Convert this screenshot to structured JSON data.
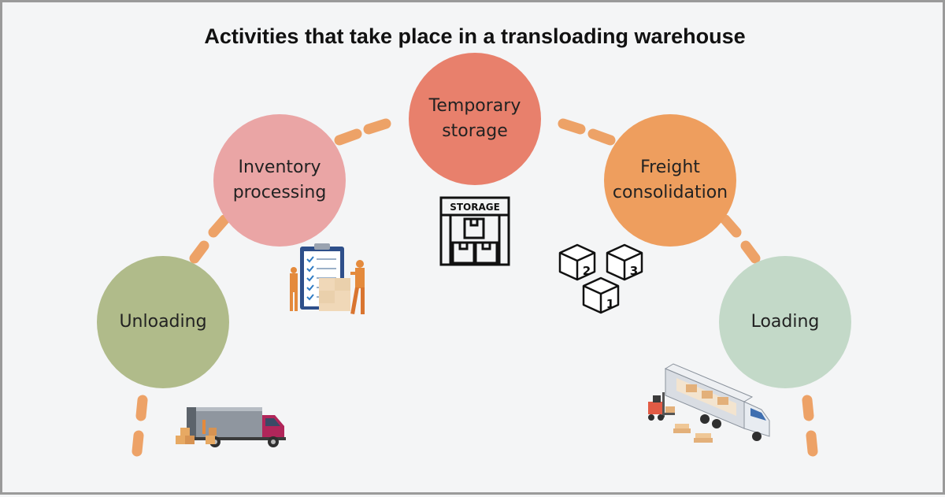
{
  "title": "Activities that take place in a transloading warehouse",
  "stages": [
    {
      "label_line1": "Unloading",
      "label_line2": "",
      "color": "#b0bb8a"
    },
    {
      "label_line1": "Inventory",
      "label_line2": "processing",
      "color": "#eaa5a5"
    },
    {
      "label_line1": "Temporary",
      "label_line2": "storage",
      "color": "#e8806c"
    },
    {
      "label_line1": "Freight",
      "label_line2": "consolidation",
      "color": "#ee9e5e"
    },
    {
      "label_line1": "Loading",
      "label_line2": "",
      "color": "#c3d9c8"
    }
  ],
  "storage_sign": "STORAGE",
  "box_numbers": [
    "2",
    "3",
    "1"
  ],
  "connector_color": "#eda267",
  "icons": [
    "truck-unloading-icon",
    "inventory-checklist-icon",
    "storage-building-icon",
    "numbered-boxes-icon",
    "forklift-loading-icon"
  ]
}
